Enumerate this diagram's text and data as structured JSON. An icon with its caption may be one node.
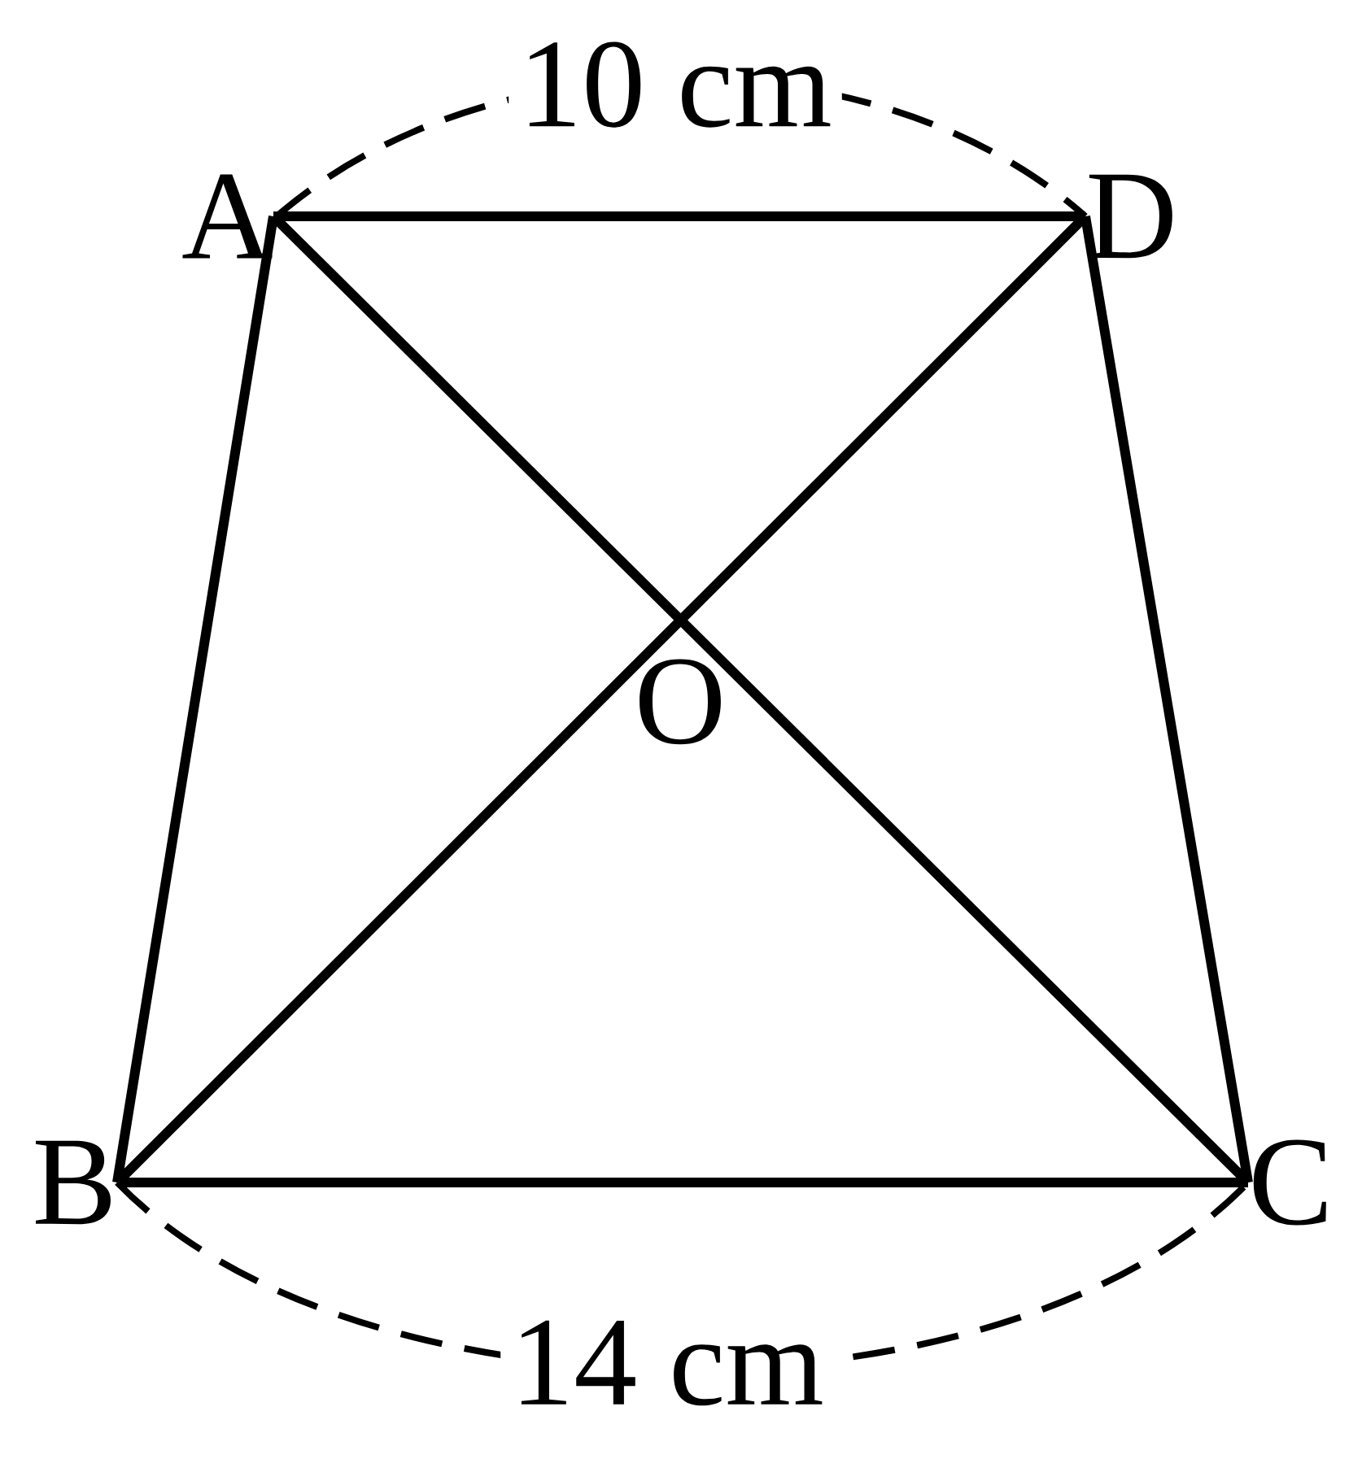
{
  "diagram": {
    "nodes": [
      {
        "text": [
          "A"
        ]
      },
      {
        "text": [
          "D"
        ]
      },
      {
        "text": [
          "B"
        ]
      },
      {
        "text": [
          "C"
        ]
      },
      {
        "text": [
          "O"
        ]
      }
    ],
    "edges": [
      {
        "from": 0,
        "to": 1,
        "arrow": "none"
      },
      {
        "from": 0,
        "to": 2,
        "arrow": "none"
      },
      {
        "from": 1,
        "to": 3,
        "arrow": "none"
      },
      {
        "from": 2,
        "to": 3,
        "arrow": "none"
      },
      {
        "from": 0,
        "to": 3,
        "arrow": "none"
      },
      {
        "from": 1,
        "to": 2,
        "arrow": "none"
      }
    ],
    "labels": [
      "10 cm",
      "14 cm"
    ]
  }
}
